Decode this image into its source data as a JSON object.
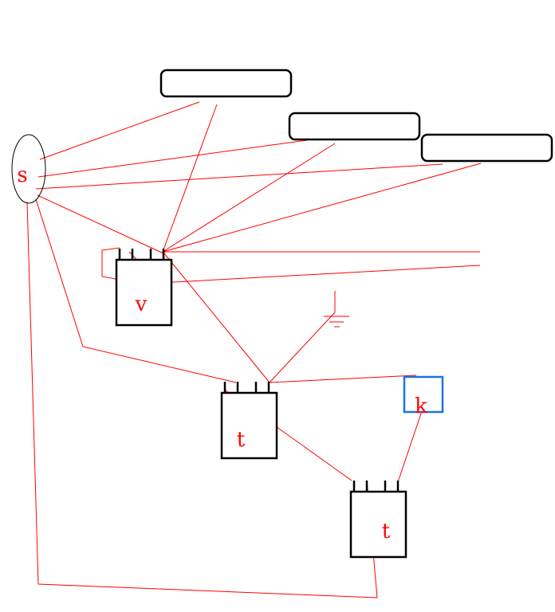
{
  "labels": {
    "source": "s",
    "component_v": "v",
    "component_t1": "t",
    "component_t2": "t",
    "box_k": "k"
  },
  "colors": {
    "wire": "#ff0000",
    "outline": "#000000",
    "highlight": "#1a73e8",
    "background": "#ffffff"
  }
}
